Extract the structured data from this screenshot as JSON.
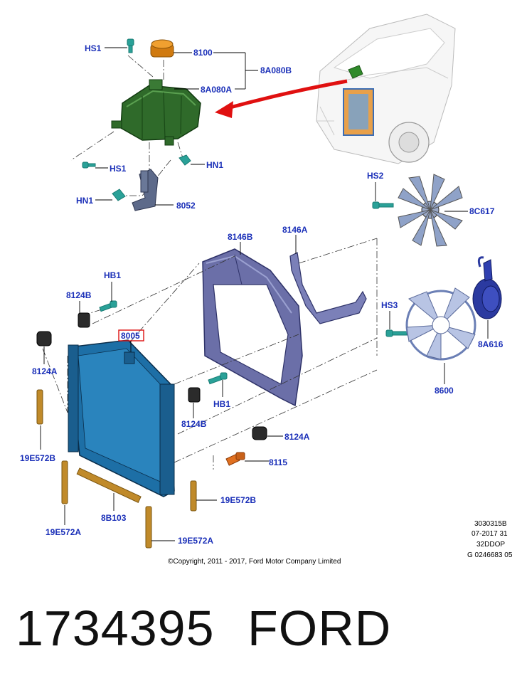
{
  "callouts": {
    "hs1_top": "HS1",
    "p8100": "8100",
    "p8a080b": "8A080B",
    "p8a080a": "8A080A",
    "hs1_mid": "HS1",
    "hn1_right": "HN1",
    "hn1_left": "HN1",
    "p8052": "8052",
    "hs2": "HS2",
    "p8c617": "8C617",
    "p8146b": "8146B",
    "p8146a": "8146A",
    "hb1_top": "HB1",
    "p8124b_top": "8124B",
    "p8005": "8005",
    "p8124a_left": "8124A",
    "hs3": "HS3",
    "p8a616": "8A616",
    "p8600": "8600",
    "hb1_bottom": "HB1",
    "p8124b_bottom": "8124B",
    "p8124a_right": "8124A",
    "p8115": "8115",
    "p19e572b_left": "19E572B",
    "p19e572b_right": "19E572B",
    "p8b103": "8B103",
    "p19e572a_left": "19E572A",
    "p19e572a_right": "19E572A"
  },
  "reference": {
    "line1": "3030315B",
    "line2": "07-2017 31",
    "line3": "32DDOP",
    "line4": "G 0246683 05"
  },
  "copyright": "©Copyright, 2011 - 2017, Ford Motor Company Limited",
  "footer": {
    "part_number": "1734395",
    "brand": "FORD"
  },
  "colors": {
    "callout_text": "#1a2fb8",
    "highlight_box": "#d11",
    "reservoir": "#2f6a2a",
    "cap": "#d07a10",
    "radiator": "#1d6fa6",
    "shroud": "#6b6fa8",
    "fastener": "#2aa198",
    "seal": "#c08a2a",
    "fan_clutch": "#2b3aa0",
    "arrow": "#e01010"
  }
}
